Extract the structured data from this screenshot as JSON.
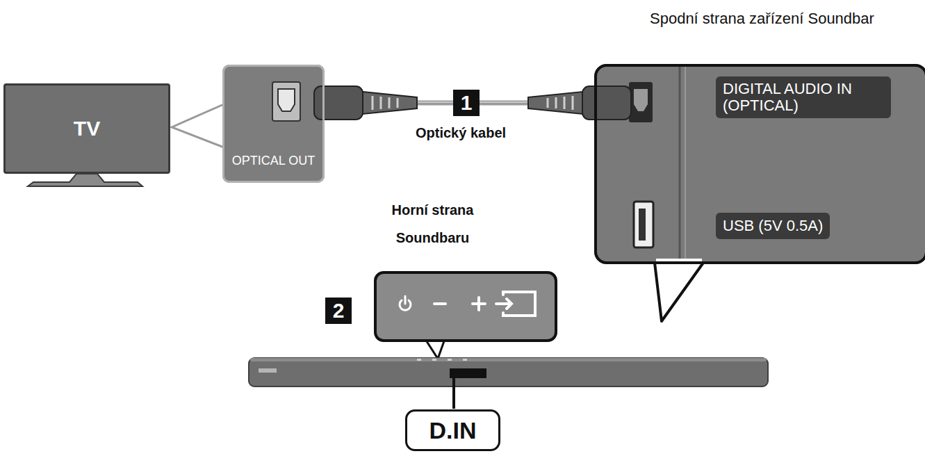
{
  "diagram": {
    "nodes": [
      {
        "text": [
          "TV"
        ]
      },
      {
        "text": [
          "OPTICAL OUT"
        ]
      },
      {
        "text": [
          "Spodní strana zařízení Soundbar"
        ]
      },
      {
        "text": [
          "DIGITAL AUDIO IN (OPTICAL)"
        ],
        "in": 2
      },
      {
        "text": [
          "USB (5V 0.5A)"
        ],
        "in": 2
      },
      {
        "text": [
          "D.IN"
        ]
      }
    ],
    "edges": [
      {
        "from": 1,
        "to": 2,
        "arrow": "none",
        "label": "Optický kabel"
      }
    ],
    "labels": [
      "1",
      "2",
      "Horní strana Soundbaru"
    ]
  }
}
